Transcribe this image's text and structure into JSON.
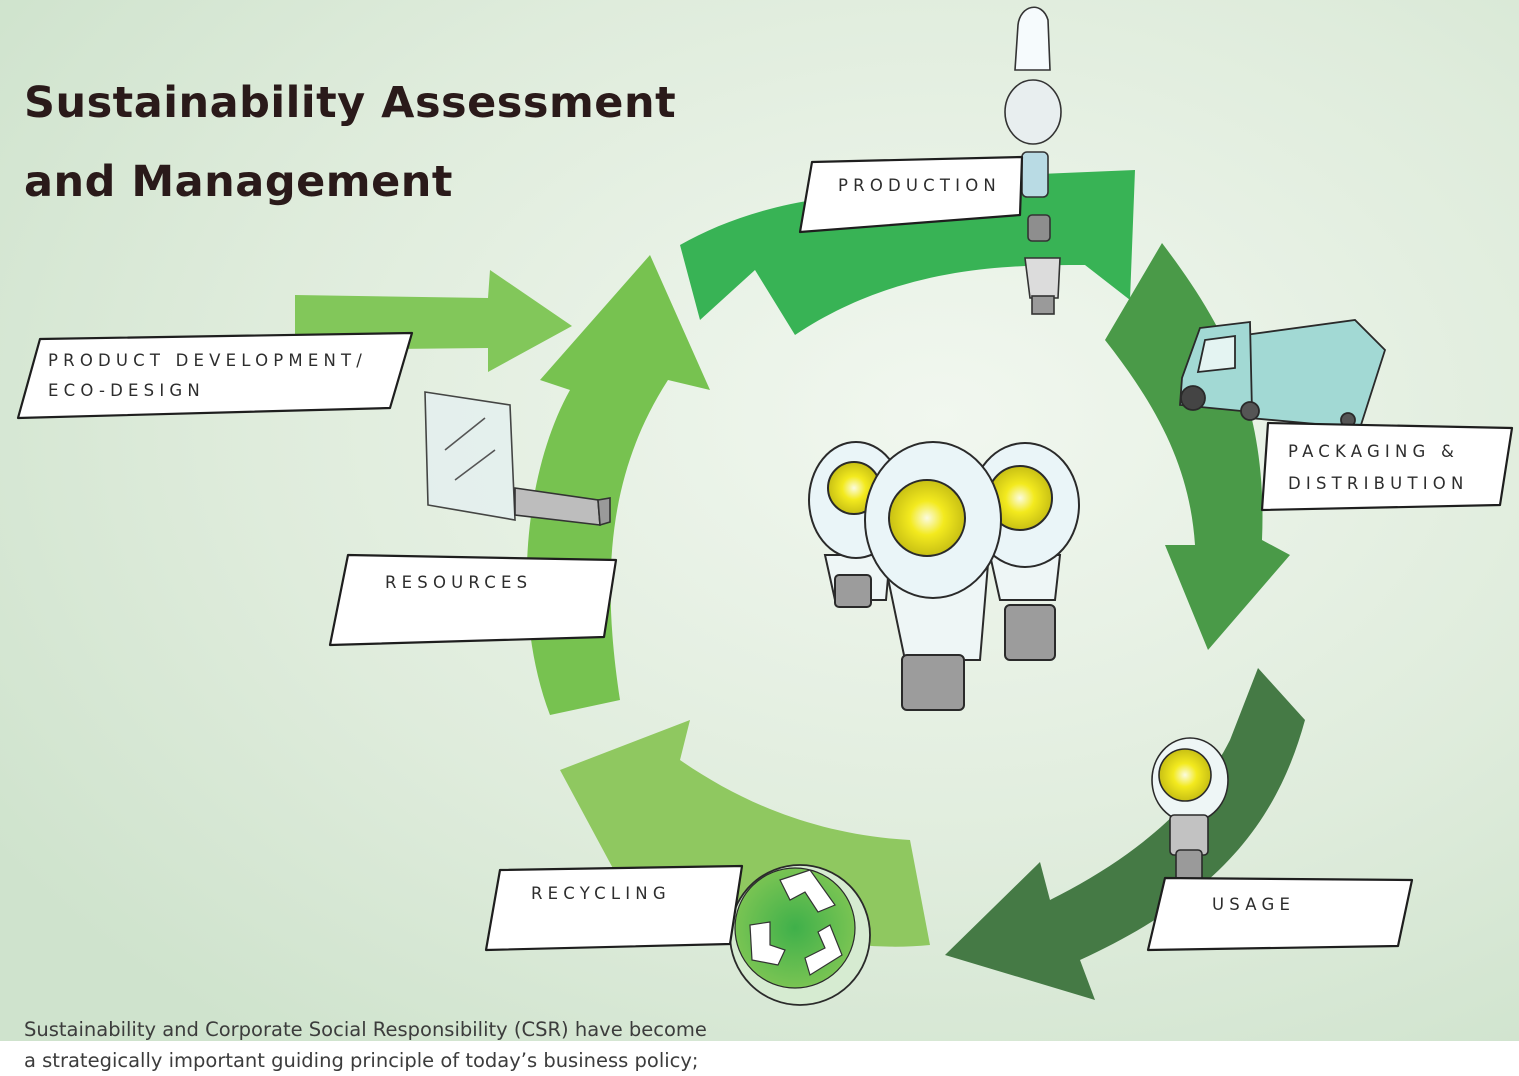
{
  "title": {
    "line1": "Sustainability Assessment",
    "line2": "and Management"
  },
  "stages": {
    "production": "PRODUCTION",
    "packaging_line1": "PACKAGING &",
    "packaging_line2": "DISTRIBUTION",
    "usage": "USAGE",
    "recycling": "RECYCLING",
    "resources": "RESOURCES",
    "product_dev_line1": "PRODUCT DEVELOPMENT/",
    "product_dev_line2": "ECO-DESIGN"
  },
  "intro": {
    "line1": "Sustainability and Corporate Social Responsibility (CSR) have become",
    "line2": "a strategically important guiding principle of today’s business policy;"
  },
  "colors": {
    "background": "#d4e6d3",
    "arrow_production": "#38b355",
    "arrow_packaging": "#4a9a48",
    "arrow_usage": "#457a45",
    "arrow_recycling": "#8fc860",
    "arrow_resources": "#77c250",
    "arrow_input": "#82c75a",
    "bulb_glow": "#f2e820",
    "truck": "#a2d9d4"
  },
  "icons": [
    "bulb-parts-icon",
    "delivery-truck-icon",
    "light-bulb-group-icon",
    "single-bulb-icon",
    "recycling-symbol-icon",
    "glass-pane-icon"
  ]
}
